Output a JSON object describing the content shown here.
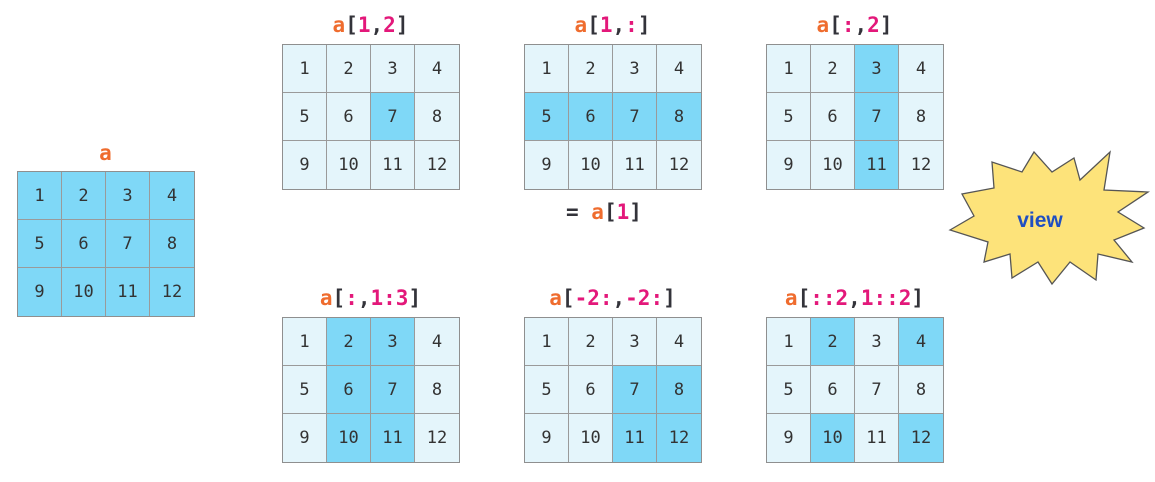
{
  "colors": {
    "highlight": "#7fd8f7",
    "normal": "#e4f5fb",
    "variable": "#ef6c2e",
    "index": "#e3187a",
    "bracket": "#33333a",
    "star_fill": "#fde37a",
    "star_text": "#1f4fc2"
  },
  "panels": [
    {
      "id": "original",
      "label_segments": [
        {
          "text": "a",
          "kind": "var"
        }
      ],
      "rows": [
        [
          1,
          2,
          3,
          4
        ],
        [
          5,
          6,
          7,
          8
        ],
        [
          9,
          10,
          11,
          12
        ]
      ],
      "highlight": [
        [
          1,
          1,
          1,
          1
        ],
        [
          1,
          1,
          1,
          1
        ],
        [
          1,
          1,
          1,
          1
        ]
      ]
    },
    {
      "id": "elem",
      "label_segments": [
        {
          "text": "a",
          "kind": "var"
        },
        {
          "text": "[",
          "kind": "br"
        },
        {
          "text": "1",
          "kind": "idx"
        },
        {
          "text": ",",
          "kind": "br"
        },
        {
          "text": "2",
          "kind": "idx"
        },
        {
          "text": "]",
          "kind": "br"
        }
      ],
      "rows": [
        [
          1,
          2,
          3,
          4
        ],
        [
          5,
          6,
          7,
          8
        ],
        [
          9,
          10,
          11,
          12
        ]
      ],
      "highlight": [
        [
          0,
          0,
          0,
          0
        ],
        [
          0,
          0,
          1,
          0
        ],
        [
          0,
          0,
          0,
          0
        ]
      ]
    },
    {
      "id": "row",
      "label_segments": [
        {
          "text": "a",
          "kind": "var"
        },
        {
          "text": "[",
          "kind": "br"
        },
        {
          "text": "1",
          "kind": "idx"
        },
        {
          "text": ",",
          "kind": "br"
        },
        {
          "text": ":",
          "kind": "idx"
        },
        {
          "text": "]",
          "kind": "br"
        }
      ],
      "rows": [
        [
          1,
          2,
          3,
          4
        ],
        [
          5,
          6,
          7,
          8
        ],
        [
          9,
          10,
          11,
          12
        ]
      ],
      "highlight": [
        [
          0,
          0,
          0,
          0
        ],
        [
          1,
          1,
          1,
          1
        ],
        [
          0,
          0,
          0,
          0
        ]
      ]
    },
    {
      "id": "col",
      "label_segments": [
        {
          "text": "a",
          "kind": "var"
        },
        {
          "text": "[",
          "kind": "br"
        },
        {
          "text": ":",
          "kind": "idx"
        },
        {
          "text": ",",
          "kind": "br"
        },
        {
          "text": "2",
          "kind": "idx"
        },
        {
          "text": "]",
          "kind": "br"
        }
      ],
      "rows": [
        [
          1,
          2,
          3,
          4
        ],
        [
          5,
          6,
          7,
          8
        ],
        [
          9,
          10,
          11,
          12
        ]
      ],
      "highlight": [
        [
          0,
          0,
          1,
          0
        ],
        [
          0,
          0,
          1,
          0
        ],
        [
          0,
          0,
          1,
          0
        ]
      ]
    },
    {
      "id": "cols13",
      "label_segments": [
        {
          "text": "a",
          "kind": "var"
        },
        {
          "text": "[",
          "kind": "br"
        },
        {
          "text": ":",
          "kind": "idx"
        },
        {
          "text": ",",
          "kind": "br"
        },
        {
          "text": "1:3",
          "kind": "idx"
        },
        {
          "text": "]",
          "kind": "br"
        }
      ],
      "rows": [
        [
          1,
          2,
          3,
          4
        ],
        [
          5,
          6,
          7,
          8
        ],
        [
          9,
          10,
          11,
          12
        ]
      ],
      "highlight": [
        [
          0,
          1,
          1,
          0
        ],
        [
          0,
          1,
          1,
          0
        ],
        [
          0,
          1,
          1,
          0
        ]
      ]
    },
    {
      "id": "neg",
      "label_segments": [
        {
          "text": "a",
          "kind": "var"
        },
        {
          "text": "[",
          "kind": "br"
        },
        {
          "text": "-2:",
          "kind": "idx"
        },
        {
          "text": ",",
          "kind": "br"
        },
        {
          "text": "-2:",
          "kind": "idx"
        },
        {
          "text": "]",
          "kind": "br"
        }
      ],
      "rows": [
        [
          1,
          2,
          3,
          4
        ],
        [
          5,
          6,
          7,
          8
        ],
        [
          9,
          10,
          11,
          12
        ]
      ],
      "highlight": [
        [
          0,
          0,
          0,
          0
        ],
        [
          0,
          0,
          1,
          1
        ],
        [
          0,
          0,
          1,
          1
        ]
      ]
    },
    {
      "id": "step",
      "label_segments": [
        {
          "text": "a",
          "kind": "var"
        },
        {
          "text": "[",
          "kind": "br"
        },
        {
          "text": "::2",
          "kind": "idx"
        },
        {
          "text": ",",
          "kind": "br"
        },
        {
          "text": "1::2",
          "kind": "idx"
        },
        {
          "text": "]",
          "kind": "br"
        }
      ],
      "rows": [
        [
          1,
          2,
          3,
          4
        ],
        [
          5,
          6,
          7,
          8
        ],
        [
          9,
          10,
          11,
          12
        ]
      ],
      "highlight": [
        [
          0,
          1,
          0,
          1
        ],
        [
          0,
          0,
          0,
          0
        ],
        [
          0,
          1,
          0,
          1
        ]
      ]
    }
  ],
  "equivalence_note": {
    "segments": [
      {
        "text": "= ",
        "kind": "op"
      },
      {
        "text": "a",
        "kind": "var"
      },
      {
        "text": "[",
        "kind": "br"
      },
      {
        "text": "1",
        "kind": "idx"
      },
      {
        "text": "]",
        "kind": "br"
      }
    ]
  },
  "starburst": {
    "text": "view",
    "icon": "starburst-icon"
  }
}
